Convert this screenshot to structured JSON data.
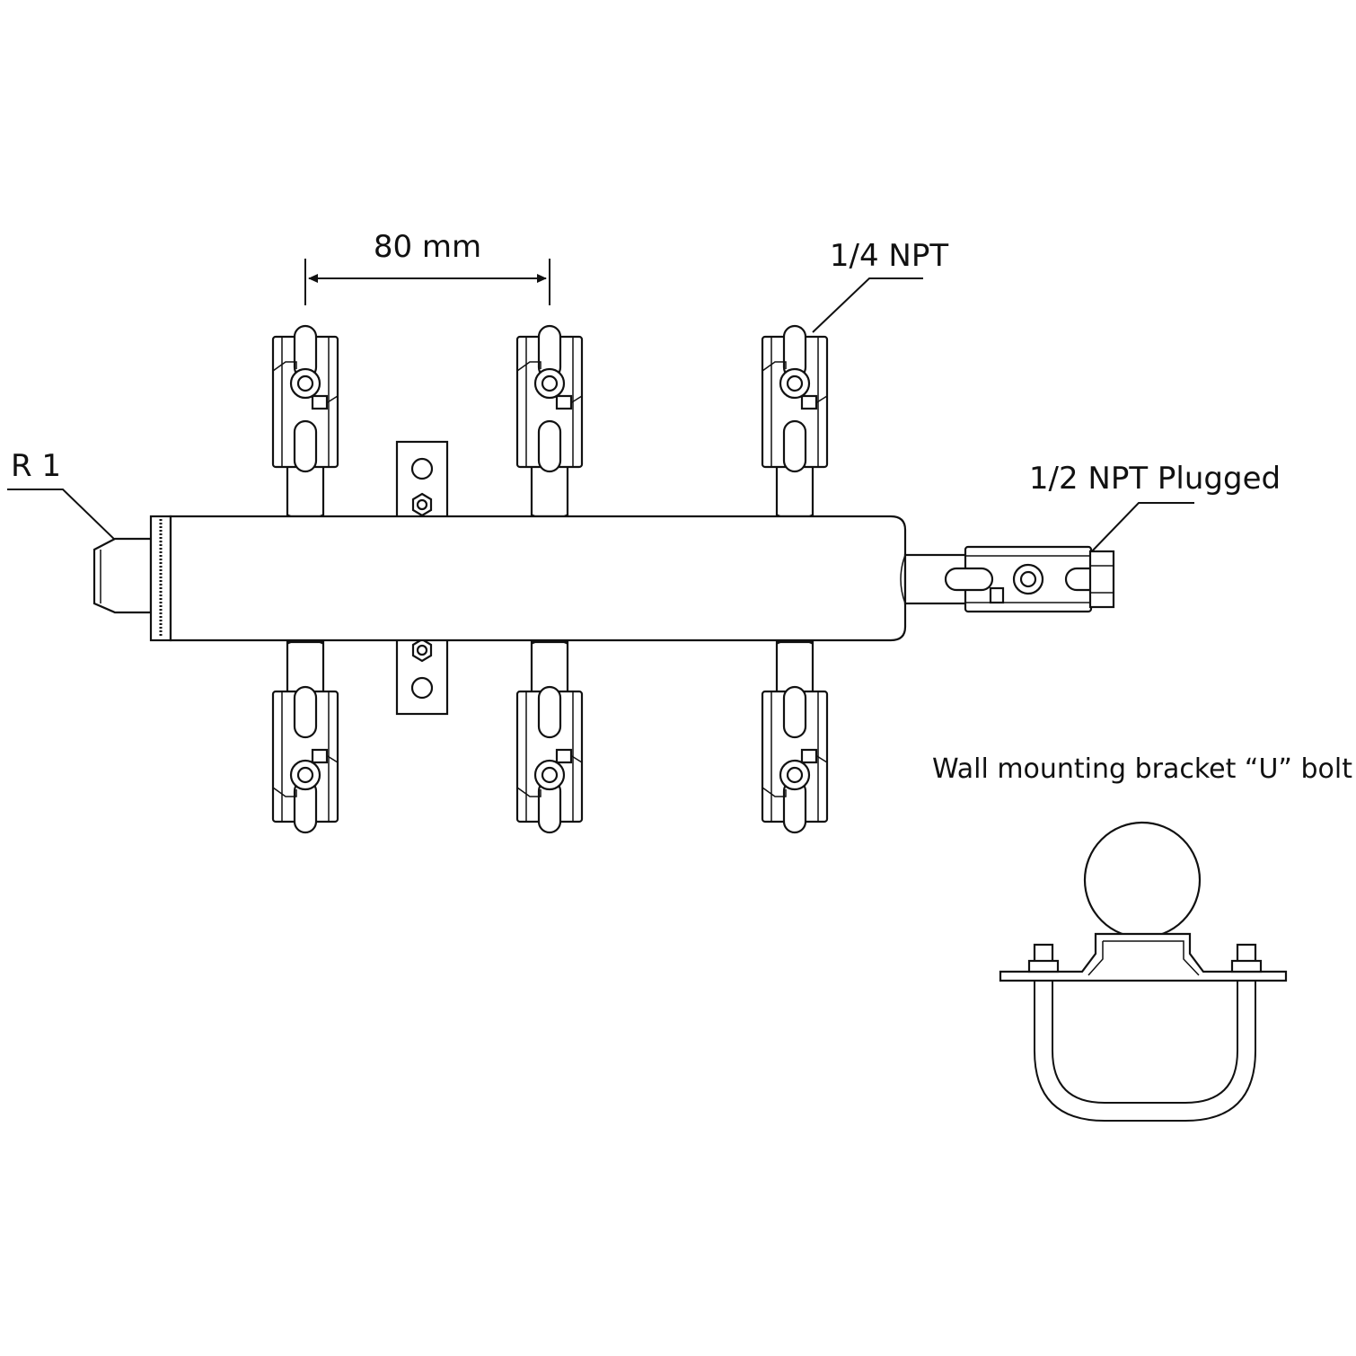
{
  "labels": {
    "spacing": "80 mm",
    "outlet_thread": "1/4 NPT",
    "inlet_thread": "R 1",
    "end_port": "1/2 NPT Plugged",
    "bracket_caption": "Wall mounting bracket “U” bolt"
  },
  "colors": {
    "line": "#111111",
    "background": "#ffffff"
  }
}
